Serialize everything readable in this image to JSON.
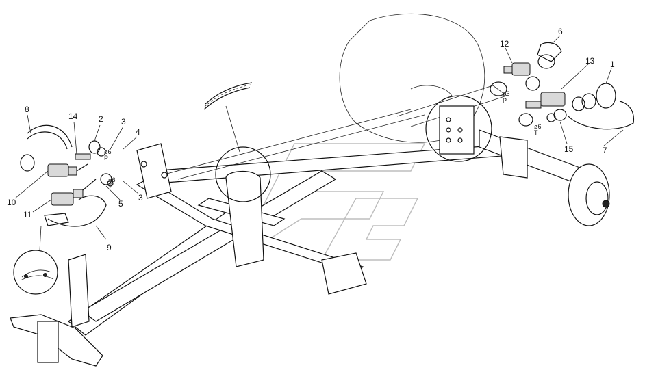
{
  "callouts": {
    "c1": "1",
    "c2": "2",
    "c3a": "3",
    "c3b": "3",
    "c4": "4",
    "c5": "5",
    "c6": "6",
    "c7": "7",
    "c8": "8",
    "c9": "9",
    "c10": "10",
    "c11": "11",
    "c12": "12",
    "c13": "13",
    "c14": "14",
    "c15": "15"
  },
  "markings": {
    "m1a": "ø6",
    "m1b": "P",
    "m2a": "ø6",
    "m2b": "T",
    "m3a": "ø6",
    "m3b": "P",
    "m4a": "ø6",
    "m4b": "T"
  }
}
